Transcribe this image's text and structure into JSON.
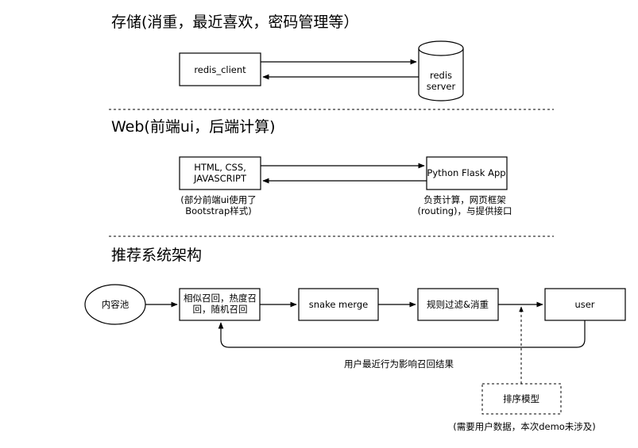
{
  "sections": {
    "storage_title": "存储(消重，最近喜欢，密码管理等）",
    "web_title": "Web(前端ui，后端计算)",
    "rec_title": "推荐系统架构"
  },
  "storage": {
    "redis_client": "redis_client",
    "redis_server_line1": "redis",
    "redis_server_line2": "server"
  },
  "web": {
    "frontend_line1": "HTML, CSS,",
    "frontend_line2": "JAVASCRIPT",
    "frontend_note_line1": "(部分前端ui使用了",
    "frontend_note_line2": "Bootstrap样式)",
    "backend": "Python Flask App",
    "backend_note_line1": "负责计算，网页框架",
    "backend_note_line2": "(routing)，与提供接口"
  },
  "rec": {
    "pool": "内容池",
    "recall_line1": "相似召回，热度召",
    "recall_line2": "回，随机召回",
    "merge": "snake merge",
    "filter": "规则过滤&消重",
    "user": "user",
    "feedback": "用户最近行为影响召回结果",
    "rank": "排序模型",
    "rank_note": "(需要用户数据，本次demo未涉及)"
  }
}
